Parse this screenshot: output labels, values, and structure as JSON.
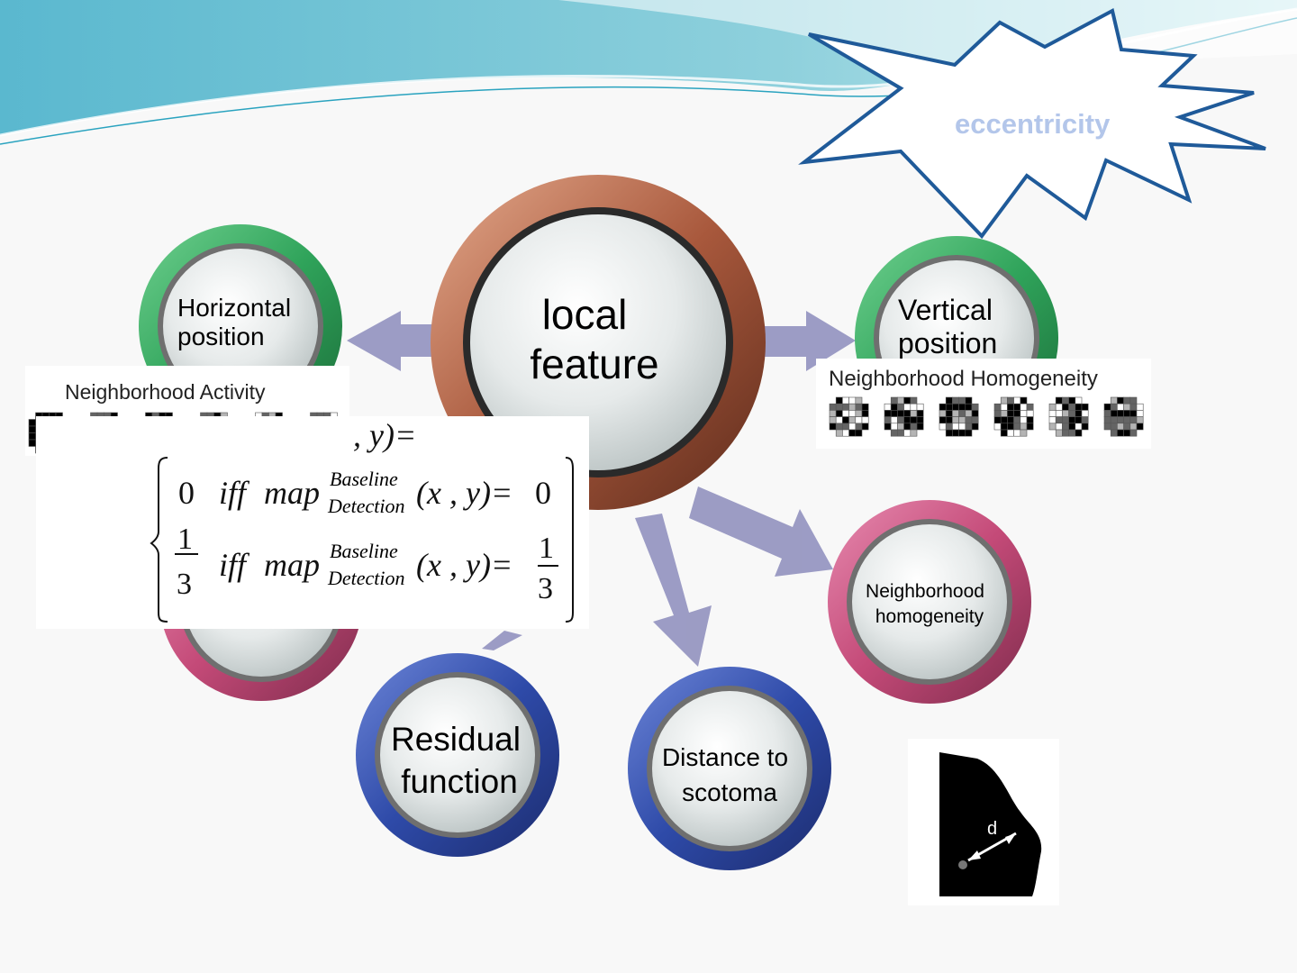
{
  "diagram": {
    "center": {
      "line1": "local",
      "line2": "feature"
    },
    "nodes": {
      "horizontal_position": {
        "line1": "Horizontal",
        "line2": "position"
      },
      "vertical_position": {
        "line1": "Vertical",
        "line2": "position"
      },
      "neighborhood_homogeneity": {
        "line1": "Neighborhood",
        "line2": "homogeneity"
      },
      "residual_function": {
        "line1": "Residual",
        "line2": "function"
      },
      "distance_to_scotoma": {
        "line1": "Distance to",
        "line2": "scotoma"
      }
    },
    "burst_label": "eccentricity",
    "activity_panel": {
      "title": "Neighborhood Activity"
    },
    "homogeneity_panel": {
      "title": "Neighborhood Homogeneity"
    },
    "equation": {
      "head": ", y)=",
      "row1_value": "0",
      "row2_value_num": "1",
      "row2_value_den": "3",
      "condition_word": "iff",
      "map_word": "map",
      "superscript": "Baseline",
      "subscript": "Detection",
      "args": "(x , y)=",
      "row1_rhs": "0",
      "row2_rhs_num": "1",
      "row2_rhs_den": "3"
    },
    "scotoma_label": "d"
  },
  "colors": {
    "green_ring": "#2fa35a",
    "pink_ring": "#c44a78",
    "blue_ring": "#2e4aa8",
    "brown_ring": "#a8583c",
    "arrow": "#8c8cbc",
    "burst_stroke": "#1f5a99",
    "burst_text": "#b3c6ea",
    "header_wave": "#6fbfd2"
  }
}
